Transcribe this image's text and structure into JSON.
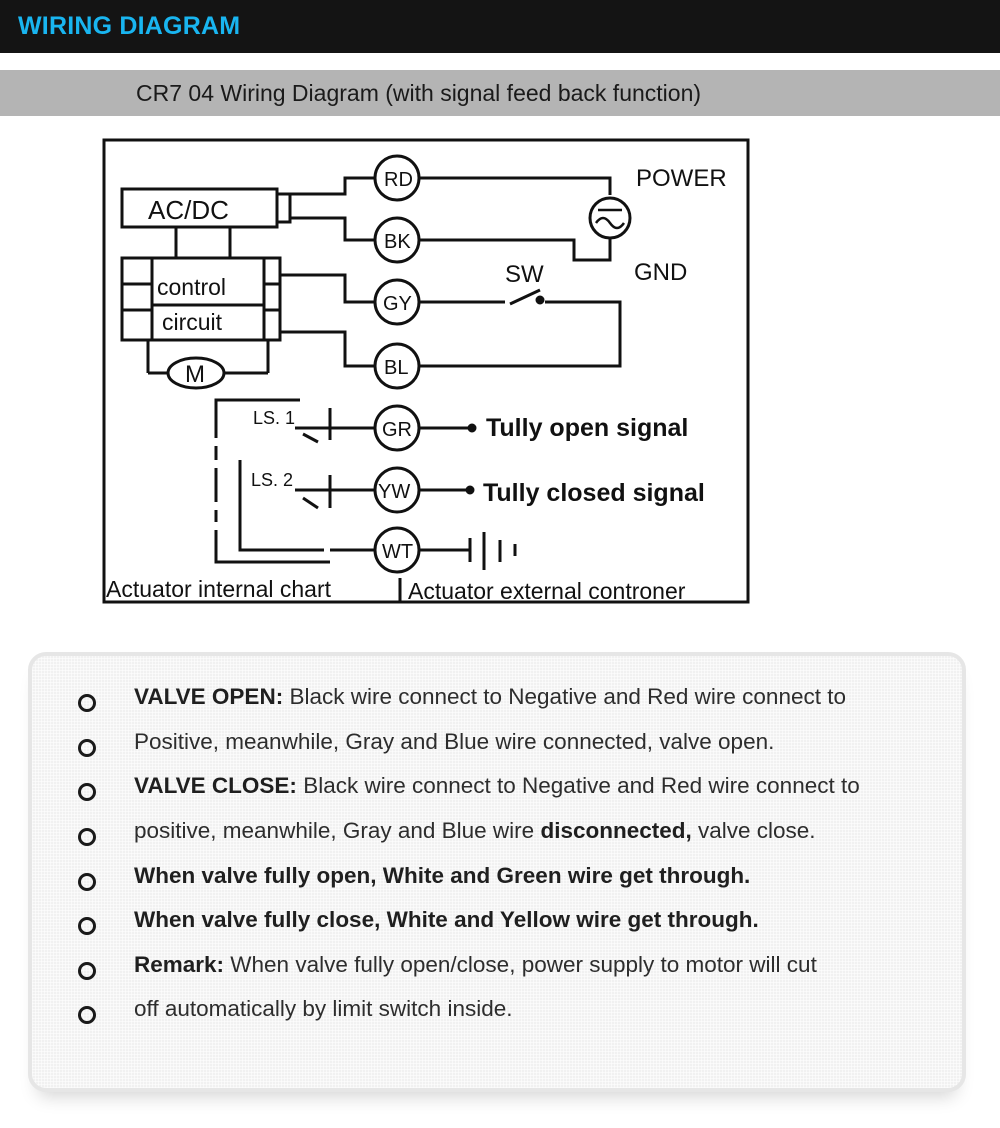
{
  "header": {
    "title": "WIRING DIAGRAM"
  },
  "subheader": {
    "title": "CR7 04 Wiring Diagram (with signal feed back function)"
  },
  "diagram": {
    "block_acdc": "AC/DC",
    "block_control": "control",
    "block_circuit": "circuit",
    "motor": "M",
    "ls1": "LS. 1",
    "ls2": "LS. 2",
    "terminals": [
      "RD",
      "BK",
      "GY",
      "BL",
      "GR",
      "YW",
      "WT"
    ],
    "power": "POWER",
    "gnd": "GND",
    "sw": "SW",
    "open_signal": "Tully open signal",
    "closed_signal": "Tully closed signal",
    "internal_label": "Actuator internal chart",
    "external_label": "Actuator external controner",
    "power_source_icon": "ac-source-icon",
    "ground_icon": "ground-bars-icon"
  },
  "notes": [
    {
      "bold": "VALVE OPEN:",
      "text": " Black wire connect to Negative and Red wire connect to",
      "bold2": "",
      "tail": ""
    },
    {
      "bold": "",
      "text": "Positive, meanwhile, Gray and  Blue wire connected, valve open.",
      "bold2": "",
      "tail": ""
    },
    {
      "bold": "VALVE CLOSE:",
      "text": " Black wire connect to Negative and Red wire connect to",
      "bold2": "",
      "tail": ""
    },
    {
      "bold": "",
      "text": "positive, meanwhile, Gray and  Blue wire ",
      "bold2": "disconnected,",
      "tail": " valve close."
    },
    {
      "bold": "When valve fully open, White and Green wire get through.",
      "text": "",
      "bold2": "",
      "tail": ""
    },
    {
      "bold": "When valve fully close, White and Yellow wire get through.",
      "text": "",
      "bold2": "",
      "tail": ""
    },
    {
      "bold": "Remark:",
      "text": " When valve fully open/close, power supply to motor will cut",
      "bold2": "",
      "tail": ""
    },
    {
      "bold": "",
      "text": "off automatically by limit switch inside.",
      "bold2": "",
      "tail": ""
    }
  ],
  "colors": {
    "header_bg": "#141414",
    "header_text": "#19b5f0",
    "subbar_bg": "#b4b4b4"
  }
}
